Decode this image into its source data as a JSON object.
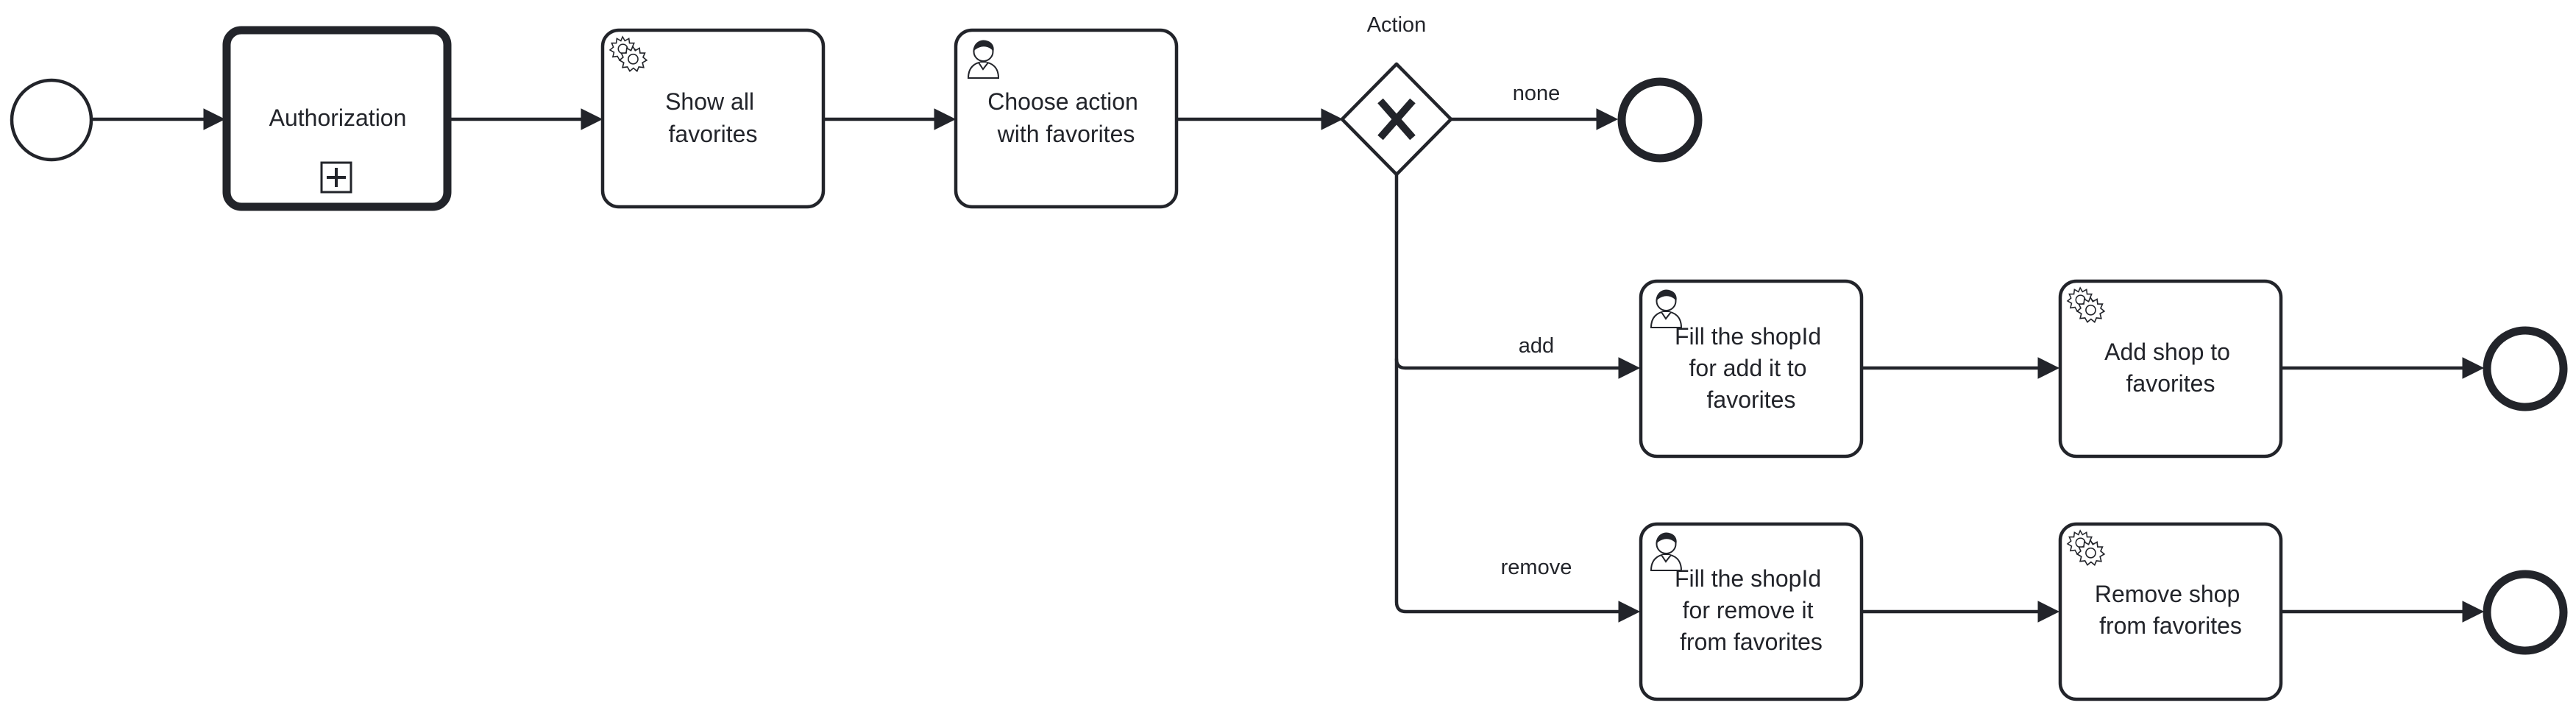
{
  "gateway": {
    "label": "Action"
  },
  "subprocess": {
    "label": "Authorization"
  },
  "tasks": {
    "show_all": {
      "lines": [
        "Show all",
        "favorites"
      ],
      "kind": "service"
    },
    "choose_action": {
      "lines": [
        "Choose action",
        "with favorites"
      ],
      "kind": "user"
    },
    "fill_add": {
      "lines": [
        "Fill the shopId",
        "for add it to",
        "favorites"
      ],
      "kind": "user"
    },
    "add_shop": {
      "lines": [
        "Add shop to",
        "favorites"
      ],
      "kind": "service"
    },
    "fill_remove": {
      "lines": [
        "Fill the shopId",
        "for remove it",
        "from favorites"
      ],
      "kind": "user"
    },
    "remove_shop": {
      "lines": [
        "Remove shop",
        "from favorites"
      ],
      "kind": "service"
    }
  },
  "flows": {
    "none": "none",
    "add": "add",
    "remove": "remove"
  },
  "icons": {
    "service": "gear-icon",
    "user": "user-icon",
    "collapsed_subprocess": "plus-square-icon",
    "gateway": "exclusive-gateway-x-icon"
  },
  "colors": {
    "stroke": "#22242a",
    "fill": "#ffffff"
  }
}
